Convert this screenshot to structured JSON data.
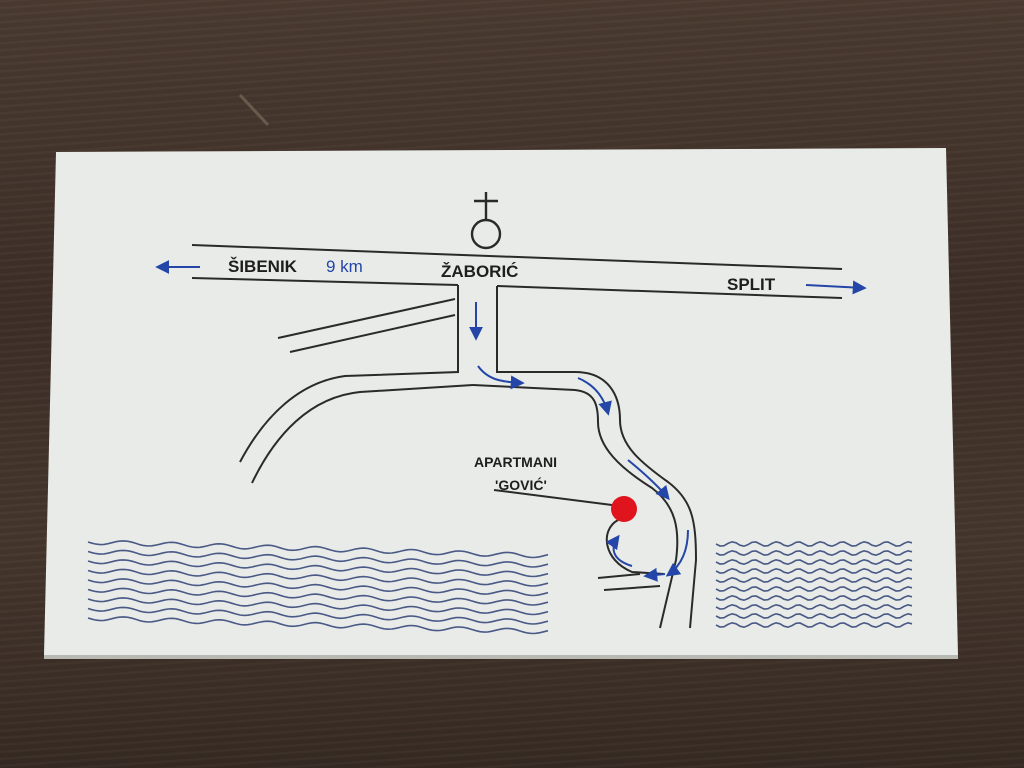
{
  "map": {
    "labels": {
      "left_city": "ŠIBENIK",
      "left_distance": "9 km",
      "center_town": "ŽABORIĆ",
      "right_city": "SPLIT",
      "destination_line1": "APARTMANI",
      "destination_line2": "'GOVIĆ'"
    },
    "icons": {
      "church": "church-cross-icon",
      "destination": "location-dot-icon"
    },
    "colors": {
      "card": "#e9ebe8",
      "road_line": "#2a2a2a",
      "route_arrow": "#2346a8",
      "sea_wave": "#4a5a86",
      "marker": "#e0141c"
    }
  }
}
